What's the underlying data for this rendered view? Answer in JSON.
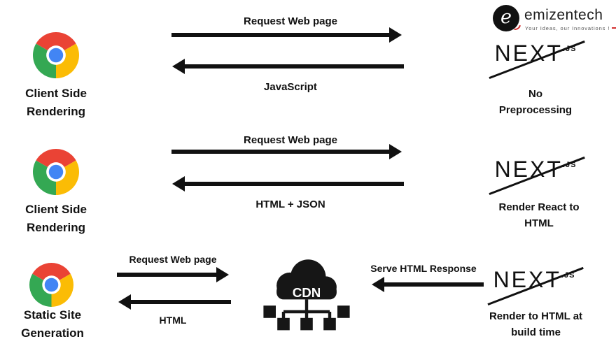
{
  "brand": {
    "name": "emizentech",
    "monogram": "e",
    "tagline": "Your Ideas, our Innovations !"
  },
  "nextjs": {
    "wordmark": "NEXT",
    "suffix": ".JS"
  },
  "cdn_label": "CDN",
  "rows": [
    {
      "client": "Client Side\nRendering",
      "request": "Request Web page",
      "response": "JavaScript",
      "server_note": "No\nPreprocessing"
    },
    {
      "client": "Client Side\nRendering",
      "request": "Request Web page",
      "response": "HTML + JSON",
      "server_note": "Render React to\nHTML"
    },
    {
      "client": "Static Site\nGeneration",
      "request": "Request Web page",
      "response": "HTML",
      "serve": "Serve HTML Response",
      "server_note": "Render to HTML at\nbuild time"
    }
  ]
}
